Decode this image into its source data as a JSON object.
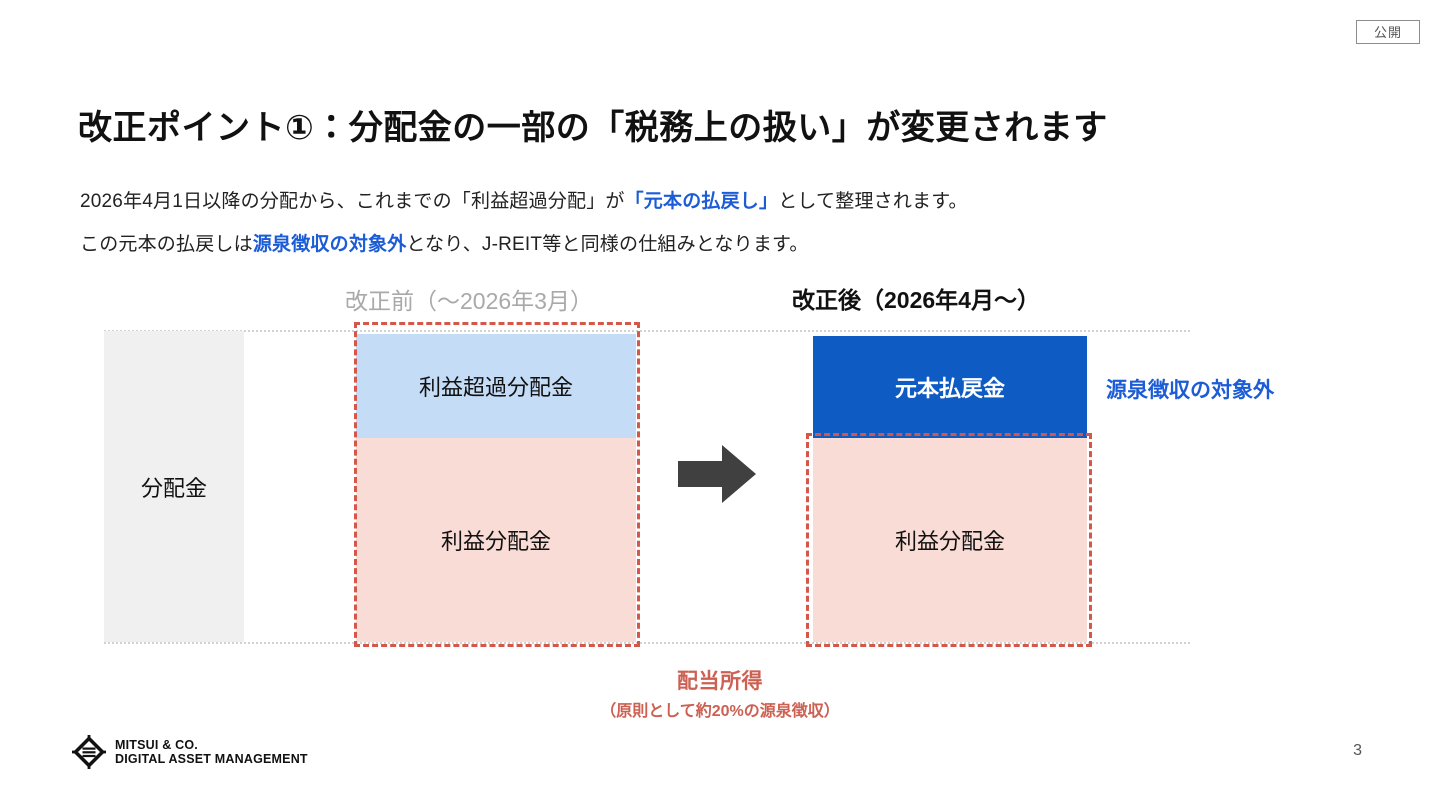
{
  "slide": {
    "classification_badge": "公開",
    "page_number": "3",
    "title": "改正ポイント①：分配金の一部の「税務上の扱い」が変更されます",
    "lead": {
      "line1_part1": "2026年4月1日以降の分配から、これまでの「利益超過分配」が",
      "line1_highlight": "「元本の払戻し」",
      "line1_part2": "として整理されます。",
      "line2_part1": "この元本の払戻しは",
      "line2_highlight": "源泉徴収の対象外",
      "line2_part2": "となり、J-REIT等と同様の仕組みとなります。"
    }
  },
  "diagram": {
    "headers": {
      "before": "改正前（～2026年3月）",
      "after": "改正後（2026年4月～）"
    },
    "blocks": {
      "total": "分配金",
      "excess_before": "利益超過分配金",
      "profit_before": "利益分配金",
      "principal_after": "元本払戻金",
      "profit_after": "利益分配金"
    },
    "side_note": "源泉徴収の対象外",
    "caption": {
      "main": "配当所得",
      "sub": "（原則として約20%の源泉徴収）"
    },
    "icons": {
      "transition_arrow": "right-arrow-icon"
    },
    "colors": {
      "excess_blue": "#c5dcf7",
      "profit_pink": "#f9dcd5",
      "principal_blue": "#0f5bc4",
      "total_gray": "#f0f0f0",
      "dash_red": "#d4574a",
      "accent_blue": "#1c5cd6",
      "caption_red": "#cc6153",
      "arrow_gray": "#404040"
    }
  },
  "footer": {
    "logo_line1": "MITSUI & CO.",
    "logo_line2": "DIGITAL ASSET MANAGEMENT"
  }
}
